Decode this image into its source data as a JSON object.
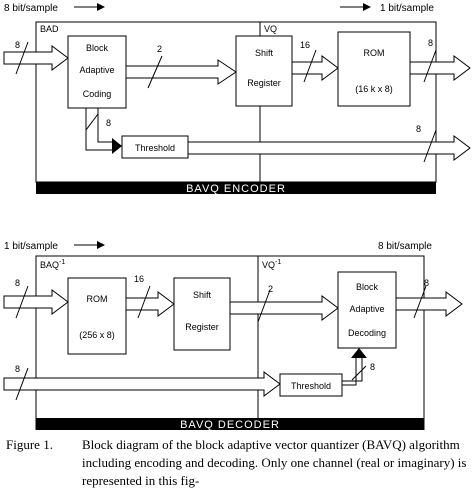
{
  "encoder": {
    "rate_in": "8 bit/sample",
    "rate_out": "1 bit/sample",
    "section_bad": "BAD",
    "section_vq": "VQ",
    "bac_lines": [
      "Block",
      "Adaptive",
      "Coding"
    ],
    "shift_lines": [
      "Shift",
      "Register"
    ],
    "rom_lines": [
      "ROM",
      "(16 k x 8)"
    ],
    "threshold": "Threshold",
    "bar": "BAVQ   ENCODER",
    "w_in": "8",
    "w_bac_sr": "2",
    "w_sr_rom": "16",
    "w_out": "8",
    "w_thr": "8",
    "w_thr_out": "8"
  },
  "decoder": {
    "rate_in": "1 bit/sample",
    "rate_out": "8 bit/sample",
    "section_baq": "BAQ",
    "section_vq": "VQ",
    "sup": "-1",
    "rom_lines": [
      "ROM",
      "(256 x 8)"
    ],
    "shift_lines": [
      "Shift",
      "Register"
    ],
    "bad_lines": [
      "Block",
      "Adaptive",
      "Decoding"
    ],
    "threshold": "Threshold",
    "bar": "BAVQ   DECODER",
    "w_in": "8",
    "w_rom_sr": "16",
    "w_sr_bad": "2",
    "w_out": "8",
    "w_low": "8",
    "w_thr": "8"
  },
  "caption": {
    "label": "Figure 1.",
    "text": "Block diagram of the block adaptive vector quantizer (BAVQ) algorithm including encoding and decoding. Only one channel (real or imaginary) is represented in this fig-"
  }
}
